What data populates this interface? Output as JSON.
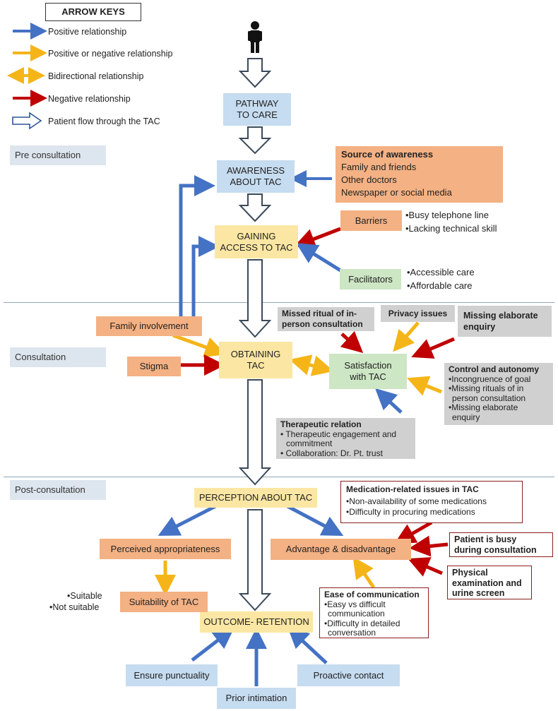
{
  "key": {
    "title": "ARROW KEYS",
    "items": [
      {
        "label": "Positive relationship",
        "color": "#4472c4"
      },
      {
        "label": "Positive or negative relationship",
        "color": "#f5b519"
      },
      {
        "label": "Bidirectional relationship",
        "color": "#f5b519"
      },
      {
        "label": "Negative relationship",
        "color": "#c00000"
      },
      {
        "label": "Patient flow through the TAC",
        "color": "#2f5496"
      }
    ]
  },
  "phases": {
    "pre": "Pre consultation",
    "consultation": "Consultation",
    "post": "Post-consultation"
  },
  "nodes": {
    "pathway": [
      "PATHWAY",
      "TO CARE"
    ],
    "awareness": [
      "AWARENESS",
      "ABOUT TAC"
    ],
    "gaining": [
      "GAINING",
      "ACCESS TO TAC"
    ],
    "obtaining": [
      "OBTAINING",
      "TAC"
    ],
    "satisfaction": [
      "Satisfaction",
      "with TAC"
    ],
    "perception": "PERCEPTION ABOUT TAC",
    "outcome": "OUTCOME- RETENTION"
  },
  "source_awareness": {
    "title": "Source of awareness",
    "items": [
      "Family and friends",
      "Other doctors",
      "Newspaper or social media"
    ]
  },
  "barriers": {
    "label": "Barriers",
    "items": [
      "•Busy telephone line",
      "•Lacking technical skill"
    ]
  },
  "facilitators": {
    "label": "Facilitators",
    "items": [
      "•Accessible care",
      "•Affordable care"
    ]
  },
  "family": "Family involvement",
  "stigma": "Stigma",
  "missed_ritual": [
    "Missed ritual of in-",
    "person consultation"
  ],
  "privacy": "Privacy issues",
  "missing_enquiry": [
    "Missing elaborate",
    "enquiry"
  ],
  "control": {
    "title": "Control and autonomy",
    "items": [
      "•Incongruence of goal",
      "•Missing rituals of in",
      "person consultation",
      "•Missing elaborate",
      "enquiry"
    ]
  },
  "therapeutic": {
    "title": "Therapeutic relation",
    "items": [
      "• Therapeutic engagement and",
      "commitment",
      "• Collaboration: Dr. Pt. trust"
    ]
  },
  "medication": {
    "title": "Medication-related issues in TAC",
    "items": [
      "•Non-availability of some medications",
      "•Difficulty in procuring medications"
    ]
  },
  "busy": [
    "Patient is busy",
    "during consultation"
  ],
  "physical": [
    "Physical",
    "examination and",
    "urine screen"
  ],
  "ease": {
    "title": "Ease of communication",
    "items": [
      "•Easy vs difficult",
      "communication",
      "•Difficulty in detailed",
      "conversation"
    ]
  },
  "perceived": "Perceived appropriateness",
  "advantage": "Advantage & disadvantage",
  "suitability": "Suitability of TAC",
  "suitable_opts": [
    "•Suitable",
    "•Not suitable"
  ],
  "retention_factors": {
    "punctuality": "Ensure punctuality",
    "prior": "Prior intimation",
    "proactive": "Proactive contact"
  }
}
